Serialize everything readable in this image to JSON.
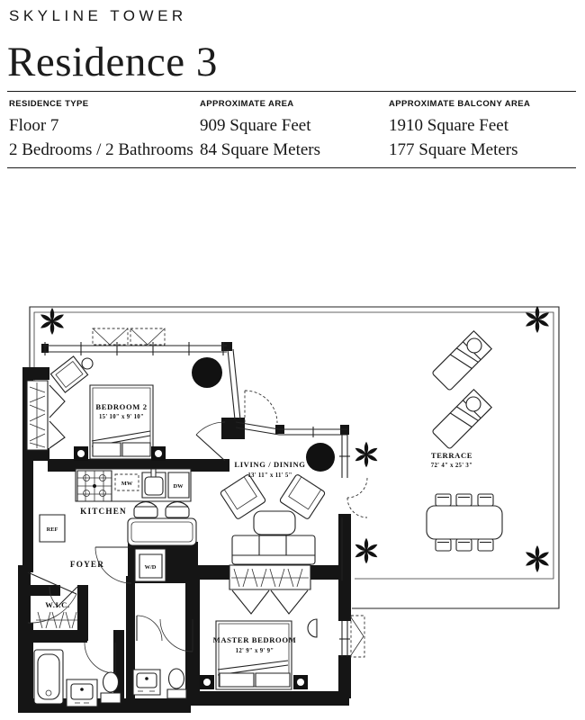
{
  "brand": "SKYLINE TOWER",
  "title": "Residence 3",
  "specs": [
    {
      "heading": "RESIDENCE TYPE",
      "lines": [
        "Floor 7",
        "2 Bedrooms / 2 Bathrooms"
      ]
    },
    {
      "heading": "APPROXIMATE AREA",
      "lines": [
        "909 Square Feet",
        "84 Square Meters"
      ]
    },
    {
      "heading": "APPROXIMATE BALCONY AREA",
      "lines": [
        "1910 Square Feet",
        "177 Square Meters"
      ]
    }
  ],
  "floorplan": {
    "rooms": {
      "bedroom2": {
        "name": "BEDROOM 2",
        "dims": "15' 10\" x 9' 10\""
      },
      "living": {
        "name": "LIVING / DINING",
        "dims": "13' 11\" x 11' 5\""
      },
      "master": {
        "name": "MASTER BEDROOM",
        "dims": "12' 9\" x 9' 9\""
      },
      "terrace": {
        "name": "TERRACE",
        "dims": "72' 4\" x 25' 3\""
      },
      "kitchen": {
        "name": "KITCHEN"
      },
      "foyer": {
        "name": "FOYER"
      },
      "wic": {
        "name": "W.I.C."
      }
    },
    "appliances": {
      "mw": "MW",
      "dw": "DW",
      "ref": "REF",
      "wd": "W/D"
    }
  },
  "colors": {
    "ink": "#1a1a1a",
    "wall": "#151515",
    "line": "#222222"
  }
}
